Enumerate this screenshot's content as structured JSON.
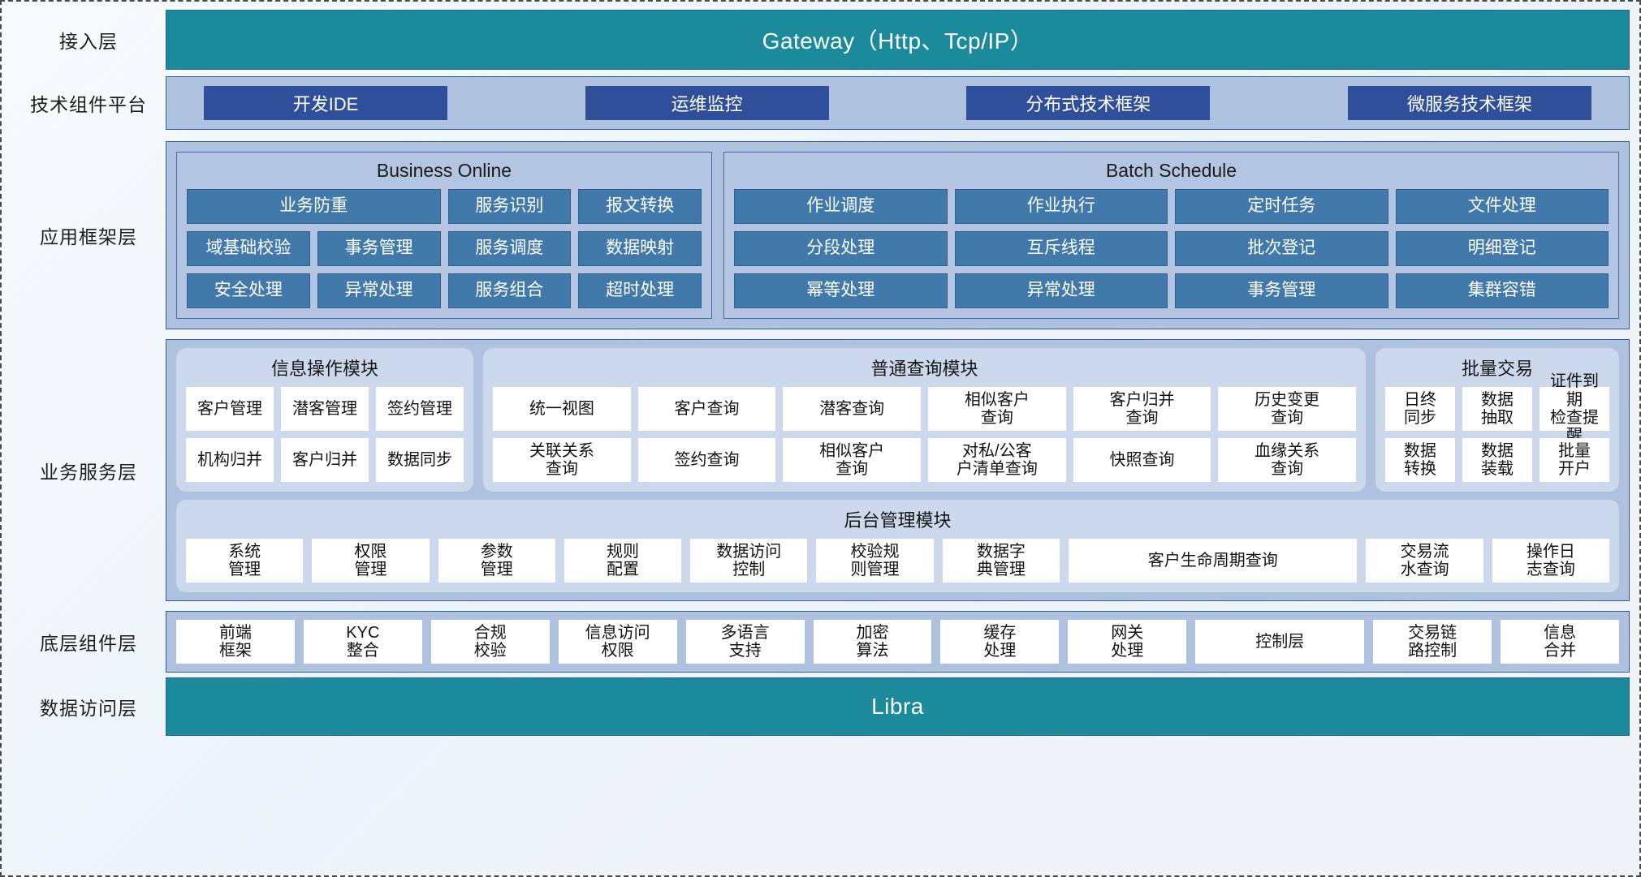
{
  "layers": [
    {
      "id": "access",
      "label": "接入层"
    },
    {
      "id": "tech",
      "label": "技术组件平台"
    },
    {
      "id": "appframe",
      "label": "应用框架层"
    },
    {
      "id": "bizsvc",
      "label": "业务服务层"
    },
    {
      "id": "bottomcomp",
      "label": "底层组件层"
    },
    {
      "id": "dataaccess",
      "label": "数据访问层"
    }
  ],
  "gateway": {
    "title": "Gateway（Http、Tcp/IP）"
  },
  "libra": {
    "title": "Libra"
  },
  "tech_platform": {
    "items": [
      {
        "label": "开发IDE"
      },
      {
        "label": "运维监控"
      },
      {
        "label": "分布式技术框架"
      },
      {
        "label": "微服务技术框架"
      }
    ]
  },
  "app_framework": {
    "business_online": {
      "title": "Business Online",
      "tiles": [
        {
          "label": "业务防重",
          "span": 2
        },
        {
          "label": "服务识别",
          "span": 1
        },
        {
          "label": "报文转换",
          "span": 1
        },
        {
          "label": "域基础校验",
          "span": 1
        },
        {
          "label": "事务管理",
          "span": 1
        },
        {
          "label": "服务调度",
          "span": 1
        },
        {
          "label": "数据映射",
          "span": 1
        },
        {
          "label": "安全处理",
          "span": 1
        },
        {
          "label": "异常处理",
          "span": 1
        },
        {
          "label": "服务组合",
          "span": 1
        },
        {
          "label": "超时处理",
          "span": 1
        }
      ]
    },
    "batch_schedule": {
      "title": "Batch Schedule",
      "tiles": [
        {
          "label": "作业调度",
          "span": 1
        },
        {
          "label": "作业执行",
          "span": 1
        },
        {
          "label": "定时任务",
          "span": 1
        },
        {
          "label": "文件处理",
          "span": 1
        },
        {
          "label": "分段处理",
          "span": 1
        },
        {
          "label": "互斥线程",
          "span": 1
        },
        {
          "label": "批次登记",
          "span": 1
        },
        {
          "label": "明细登记",
          "span": 1
        },
        {
          "label": "幂等处理",
          "span": 1
        },
        {
          "label": "异常处理",
          "span": 1
        },
        {
          "label": "事务管理",
          "span": 1
        },
        {
          "label": "集群容错",
          "span": 1
        }
      ]
    }
  },
  "business_service": {
    "info_module": {
      "title": "信息操作模块",
      "tiles": [
        {
          "label": "客户管理"
        },
        {
          "label": "潜客管理"
        },
        {
          "label": "签约管理"
        },
        {
          "label": "机构归并"
        },
        {
          "label": "客户归并"
        },
        {
          "label": "数据同步"
        }
      ]
    },
    "query_module": {
      "title": "普通查询模块",
      "tiles": [
        {
          "label": "统一视图"
        },
        {
          "label": "客户查询"
        },
        {
          "label": "潜客查询"
        },
        {
          "label": "相似客户\n查询"
        },
        {
          "label": "客户归并\n查询"
        },
        {
          "label": "历史变更\n查询"
        },
        {
          "label": "关联关系\n查询"
        },
        {
          "label": "签约查询"
        },
        {
          "label": "相似客户\n查询"
        },
        {
          "label": "对私/公客\n户清单查询"
        },
        {
          "label": "快照查询"
        },
        {
          "label": "血缘关系\n查询"
        }
      ]
    },
    "batch_transaction": {
      "title": "批量交易",
      "tiles": [
        {
          "label": "日终\n同步"
        },
        {
          "label": "数据\n抽取"
        },
        {
          "label": "证件到期\n检查提醒"
        },
        {
          "label": "数据\n转换"
        },
        {
          "label": "数据\n装载"
        },
        {
          "label": "批量\n开户"
        }
      ]
    },
    "backend_module": {
      "title": "后台管理模块",
      "tiles": [
        {
          "label": "系统\n管理",
          "wide": false
        },
        {
          "label": "权限\n管理",
          "wide": false
        },
        {
          "label": "参数\n管理",
          "wide": false
        },
        {
          "label": "规则\n配置",
          "wide": false
        },
        {
          "label": "数据访问\n控制",
          "wide": false
        },
        {
          "label": "校验规\n则管理",
          "wide": false
        },
        {
          "label": "数据字\n典管理",
          "wide": false
        },
        {
          "label": "客户生命周期查询",
          "wide": true
        },
        {
          "label": "交易流\n水查询",
          "wide": false
        },
        {
          "label": "操作日\n志查询",
          "wide": false
        }
      ]
    }
  },
  "bottom_components": {
    "tiles": [
      {
        "label": "前端\n框架",
        "wide": false
      },
      {
        "label": "KYC\n整合",
        "wide": false
      },
      {
        "label": "合规\n校验",
        "wide": false
      },
      {
        "label": "信息访问\n权限",
        "wide": false
      },
      {
        "label": "多语言\n支持",
        "wide": false
      },
      {
        "label": "加密\n算法",
        "wide": false
      },
      {
        "label": "缓存\n处理",
        "wide": false
      },
      {
        "label": "网关\n处理",
        "wide": false
      },
      {
        "label": "控制层",
        "wide": true
      },
      {
        "label": "交易链\n路控制",
        "wide": false
      },
      {
        "label": "信息\n合并",
        "wide": false
      }
    ]
  },
  "colors": {
    "teal": "#1b8a9b",
    "panel_blue": "#aec1de",
    "chip_navy": "#2f4f9b",
    "tile_blue": "#4279ab",
    "round_box": "#ccd8ec",
    "border_blue": "#2a5fa0"
  }
}
